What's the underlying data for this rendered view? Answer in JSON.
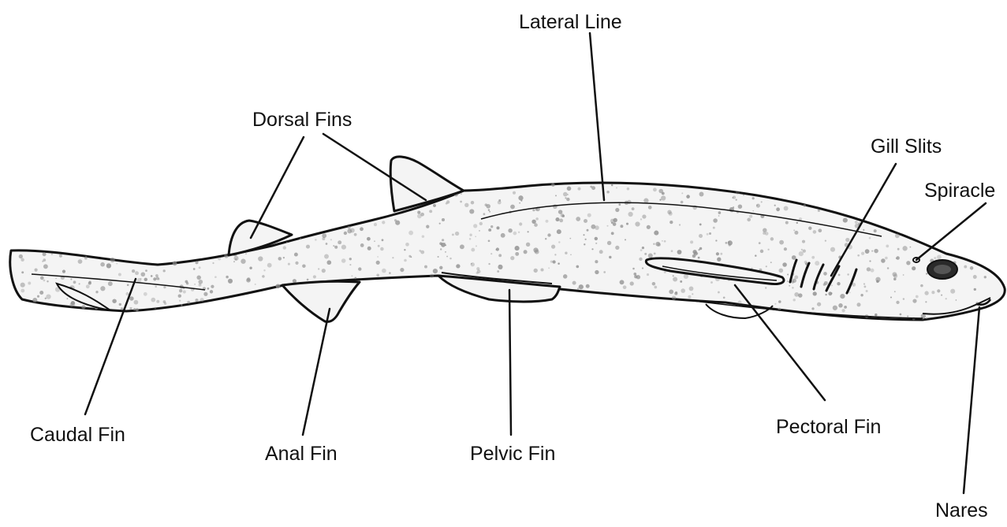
{
  "diagram": {
    "subject": "shark-external-anatomy",
    "labels": {
      "lateral_line": "Lateral Line",
      "dorsal_fins": "Dorsal Fins",
      "gill_slits": "Gill Slits",
      "spiracle": "Spiracle",
      "caudal_fin": "Caudal Fin",
      "anal_fin": "Anal Fin",
      "pelvic_fin": "Pelvic Fin",
      "pectoral_fin": "Pectoral Fin",
      "nares": "Nares"
    },
    "colors": {
      "outline": "#111111",
      "body_fill": "#f4f4f4",
      "speckle": "#8a8a8a",
      "eye": "#2a2a2a"
    }
  }
}
